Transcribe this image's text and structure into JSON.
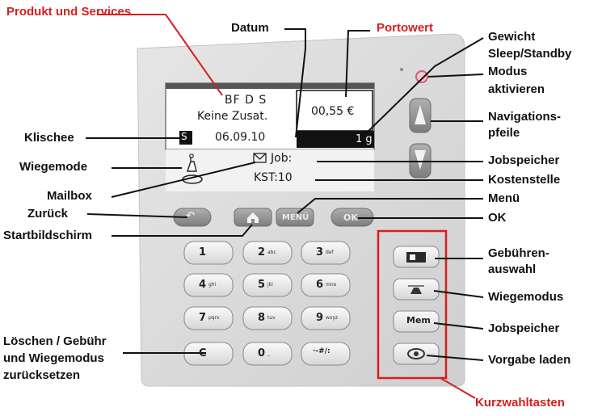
{
  "labels": {
    "produkt_services": "Produkt und Services",
    "datum": "Datum",
    "portowert": "Portowert",
    "gewicht": "Gewicht",
    "sleep_standby": [
      "Sleep/Standby",
      "Modus",
      "aktivieren"
    ],
    "navigationspfeile": [
      "Navigations-",
      "pfeile"
    ],
    "klischee": "Klischee",
    "jobspeicher_top": "Jobspeicher",
    "wiegemode": "Wiegemode",
    "kostenstelle": "Kostenstelle",
    "mailbox": "Mailbox",
    "menue": "Menü",
    "zurueck": "Zurück",
    "ok": "OK",
    "startbildschirm": "Startbildschirm",
    "gebuehrenauswahl": [
      "Gebühren-",
      "auswahl"
    ],
    "wiegemodus": "Wiegemodus",
    "jobspeicher_bottom": "Jobspeicher",
    "loeschen": [
      "Löschen / Gebühr",
      "und Wiegemodus",
      "zurücksetzen"
    ],
    "vorgabe_laden": "Vorgabe laden",
    "kurzwahltasten": "Kurzwahltasten"
  },
  "display": {
    "product_line": "BF D S",
    "option_line": "Keine Zusat.",
    "cliche_marker": "S",
    "date": "06.09.10",
    "postage": "00,55 €",
    "weight": "1 g",
    "job": "Job:",
    "cost_center": "KST:10"
  },
  "buttons": {
    "back": "↶",
    "menu": "MENÜ",
    "ok": "OK",
    "fee_select": "▮◧",
    "weigh_mode": "⚖",
    "job_memory": "Mem",
    "load_default": "◈"
  },
  "keypad": [
    {
      "digit": "1",
      "sub": ""
    },
    {
      "digit": "2",
      "sub": "abc"
    },
    {
      "digit": "3",
      "sub": "def"
    },
    {
      "digit": "4",
      "sub": "ghi"
    },
    {
      "digit": "5",
      "sub": "jkl"
    },
    {
      "digit": "6",
      "sub": "mno"
    },
    {
      "digit": "7",
      "sub": "pqrs"
    },
    {
      "digit": "8",
      "sub": "tuv"
    },
    {
      "digit": "9",
      "sub": "wxyz"
    },
    {
      "digit": "C",
      "sub": ""
    },
    {
      "digit": "0",
      "sub": "_"
    },
    {
      "digit": "·-#/:",
      "sub": ""
    }
  ],
  "colors": {
    "panel": "#dcdcdc",
    "panel_edge": "#c8c8c8",
    "key": "#eeeeee",
    "key_dark": "#909090",
    "accent_red": "#d81e1e",
    "led": "#e0607a"
  }
}
